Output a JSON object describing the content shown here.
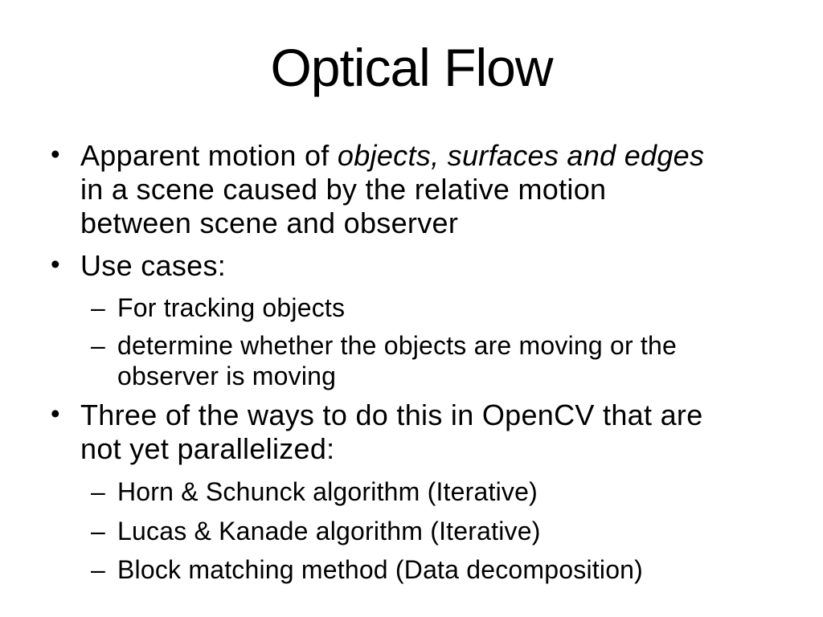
{
  "slide": {
    "background_color": "#ffffff",
    "text_color": "#000000",
    "title": "Optical Flow",
    "body": {
      "bullet1": {
        "marker": "•",
        "line1_normal": "Apparent motion of ",
        "line1_italic": "objects, surfaces and edges",
        "line2": "in a scene caused by the relative motion",
        "line3": "between scene and observer"
      },
      "bullet2": {
        "marker": "•",
        "text": "Use cases:",
        "sub1": {
          "marker": "–",
          "text": "For tracking objects"
        },
        "sub2": {
          "marker": "–",
          "line1": "determine whether the objects are moving or the",
          "line2": "observer is moving"
        }
      },
      "bullet3": {
        "marker": "•",
        "line1": "Three of the ways to do this in OpenCV that are",
        "line2": "not yet parallelized:",
        "sub1": {
          "marker": "–",
          "text": "Horn & Schunck algorithm (Iterative)"
        },
        "sub2": {
          "marker": "–",
          "text": "Lucas & Kanade algorithm (Iterative)"
        },
        "sub3": {
          "marker": "–",
          "text": "Block matching method (Data decomposition)"
        }
      }
    }
  }
}
